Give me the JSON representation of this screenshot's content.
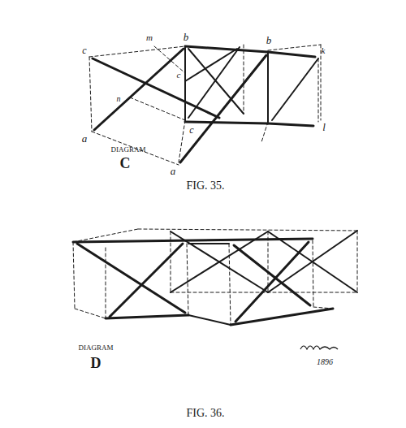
{
  "diagram": {
    "labels": [
      "c",
      "m",
      "b",
      "b",
      "k",
      "c",
      "n",
      "a",
      "c",
      "l",
      "a",
      "DIAGRAM",
      "C",
      "FIG. 35.",
      "DIAGRAM",
      "D",
      "1896",
      "FIG. 36."
    ]
  }
}
